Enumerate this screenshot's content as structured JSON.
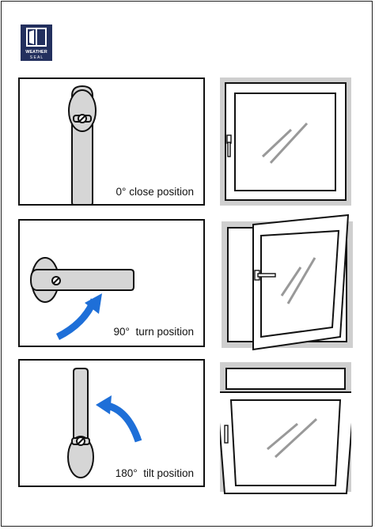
{
  "logo": {
    "text_line1": "WEATHER",
    "text_line2": "S E A L",
    "colors": {
      "bg": "#23305e",
      "fg": "#ffffff"
    }
  },
  "steps": [
    {
      "caption": "0° close position",
      "window_state": "closed"
    },
    {
      "caption": "90°  turn position",
      "window_state": "turned"
    },
    {
      "caption": "180°  tilt position",
      "window_state": "tilted"
    }
  ],
  "colors": {
    "arrow": "#1e6fd8",
    "handle_fill": "#d6d6d6",
    "wall": "#cfcfcf",
    "outline": "#111111"
  }
}
